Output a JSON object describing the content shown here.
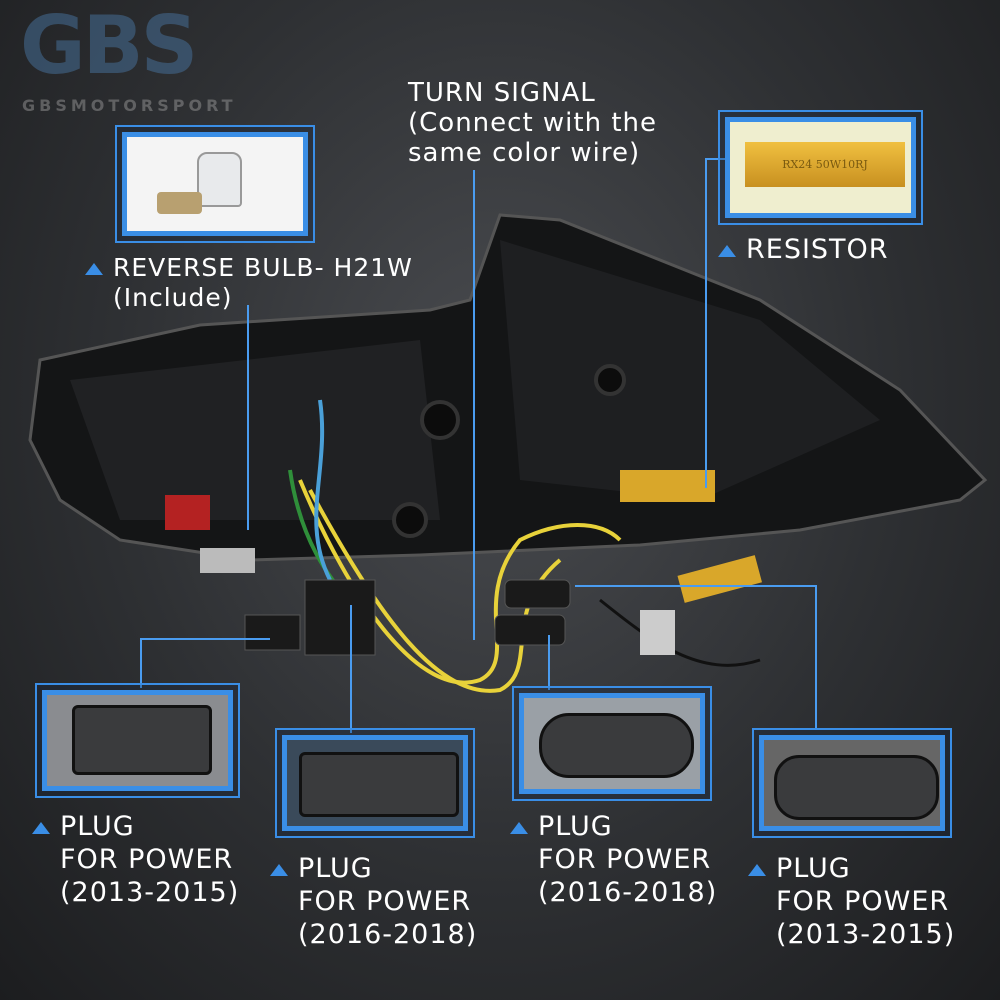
{
  "labels": {
    "turn_signal": [
      "TURN SIGNAL",
      "(Connect with the",
      "same color wire)"
    ],
    "reverse_bulb": [
      "REVERSE BULB- H21W",
      "(Include)"
    ],
    "resistor": "RESISTOR",
    "resistor_marking": "RX24 50W10RJ",
    "plug1": [
      "PLUG",
      "FOR POWER",
      "(2013-2015)"
    ],
    "plug2": [
      "PLUG",
      "FOR POWER",
      "(2016-2018)"
    ],
    "plug3": [
      "PLUG",
      "FOR POWER",
      "(2016-2018)"
    ],
    "plug4": [
      "PLUG",
      "FOR POWER",
      "(2013-2015)"
    ]
  },
  "watermark": {
    "logo": "GBS",
    "text": "GBSMOTORSPORT"
  },
  "colors": {
    "accent": "#3a8ee6",
    "background": "#2e3033",
    "wire_yellow": "#e8d23a",
    "resistor_gold": "#d9a72a"
  }
}
